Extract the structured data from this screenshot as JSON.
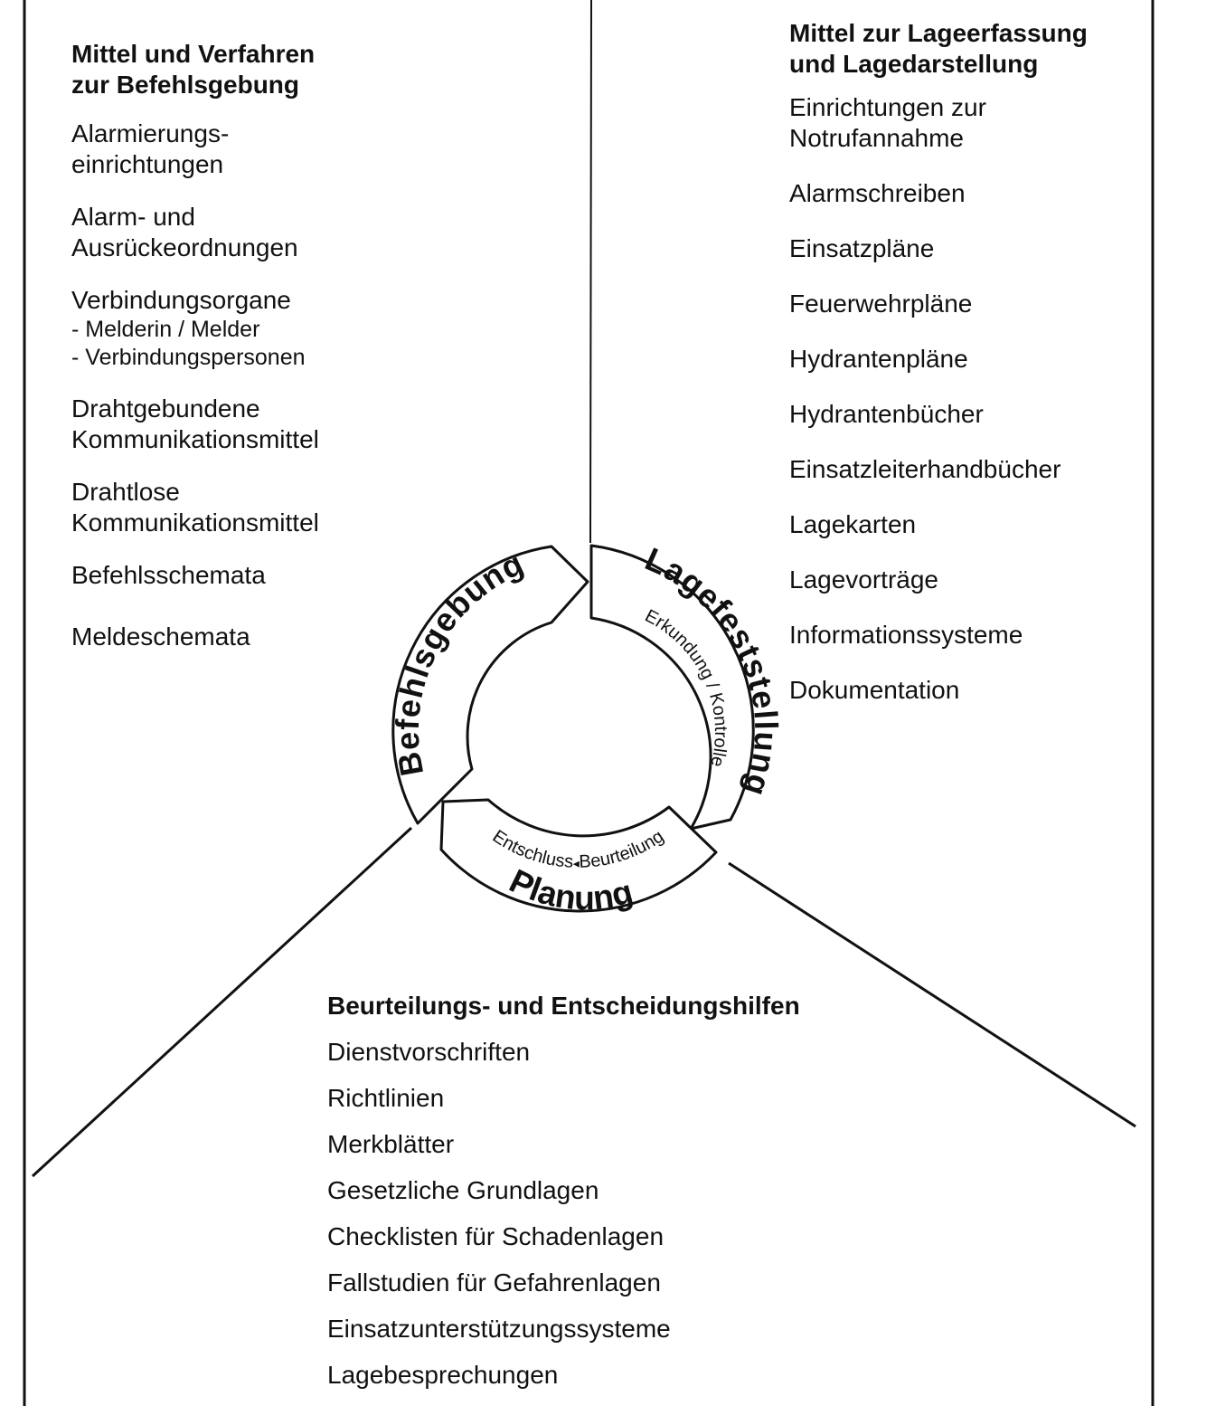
{
  "cycle": {
    "phases": [
      {
        "name": "Lagefeststellung",
        "sublabel": "Erkundung / Kontrolle"
      },
      {
        "name": "Planung",
        "sublabel_left": "Entschluss",
        "sublabel_right": "Beurteilung"
      },
      {
        "name": "Befehlsgebung"
      }
    ]
  },
  "sections": {
    "left": {
      "heading": [
        "Mittel und Verfahren",
        "zur Befehlsgebung"
      ],
      "items": [
        {
          "lines": [
            "Alarmierungs-",
            "einrichtungen"
          ]
        },
        {
          "lines": [
            "Alarm- und",
            "Ausrückeordnungen"
          ]
        },
        {
          "lines": [
            "Verbindungsorgane"
          ],
          "sub": [
            "- Melderin / Melder",
            "- Verbindungspersonen"
          ]
        },
        {
          "lines": [
            "Drahtgebundene",
            "Kommunikationsmittel"
          ]
        },
        {
          "lines": [
            "Drahtlose",
            "Kommunikationsmittel"
          ]
        },
        {
          "lines": [
            "Befehlsschemata"
          ]
        },
        {
          "lines": [
            "Meldeschemata"
          ]
        }
      ]
    },
    "right": {
      "heading": [
        "Mittel zur Lageerfassung",
        "und Lagedarstellung"
      ],
      "items": [
        {
          "lines": [
            "Einrichtungen zur",
            "Notrufannahme"
          ]
        },
        {
          "lines": [
            "Alarmschreiben"
          ]
        },
        {
          "lines": [
            "Einsatzpläne"
          ]
        },
        {
          "lines": [
            "Feuerwehrpläne"
          ]
        },
        {
          "lines": [
            "Hydrantenpläne"
          ]
        },
        {
          "lines": [
            "Hydrantenbücher"
          ]
        },
        {
          "lines": [
            "Einsatzleiterhandbücher"
          ]
        },
        {
          "lines": [
            "Lagekarten"
          ]
        },
        {
          "lines": [
            "Lagevorträge"
          ]
        },
        {
          "lines": [
            "Informationssysteme"
          ]
        },
        {
          "lines": [
            "Dokumentation"
          ]
        }
      ]
    },
    "bottom": {
      "heading": [
        "Beurteilungs- und Entscheidungshilfen"
      ],
      "items": [
        {
          "lines": [
            "Dienstvorschriften"
          ]
        },
        {
          "lines": [
            "Richtlinien"
          ]
        },
        {
          "lines": [
            "Merkblätter"
          ]
        },
        {
          "lines": [
            "Gesetzliche Grundlagen"
          ]
        },
        {
          "lines": [
            "Checklisten für Schadenlagen"
          ]
        },
        {
          "lines": [
            "Fallstudien für Gefahrenlagen"
          ]
        },
        {
          "lines": [
            "Einsatzunterstützungssysteme"
          ]
        },
        {
          "lines": [
            "Lagebesprechungen"
          ]
        }
      ]
    }
  }
}
